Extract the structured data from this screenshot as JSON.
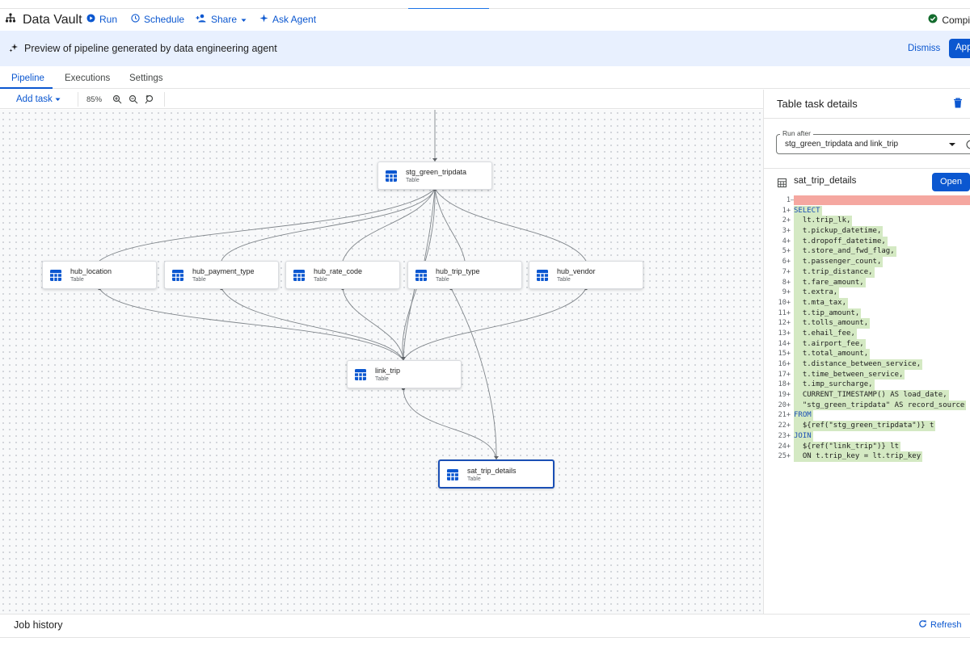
{
  "app": {
    "title": "Data Vault"
  },
  "toolbar": {
    "run_label": "Run",
    "schedule_label": "Schedule",
    "share_label": "Share",
    "ask_agent_label": "Ask Agent",
    "status_label": "Compi"
  },
  "banner": {
    "text": "Preview of pipeline generated by data engineering agent",
    "dismiss_label": "Dismiss",
    "apply_label": "App"
  },
  "tabs": [
    "Pipeline",
    "Executions",
    "Settings"
  ],
  "canvas_toolbar": {
    "add_task_label": "Add task",
    "zoom": "85%"
  },
  "nodes": [
    {
      "id": "stg_green_tripdata",
      "name": "stg_green_tripdata",
      "type": "Table"
    },
    {
      "id": "hub_location",
      "name": "hub_location",
      "type": "Table"
    },
    {
      "id": "hub_payment_type",
      "name": "hub_payment_type",
      "type": "Table"
    },
    {
      "id": "hub_rate_code",
      "name": "hub_rate_code",
      "type": "Table"
    },
    {
      "id": "hub_trip_type",
      "name": "hub_trip_type",
      "type": "Table"
    },
    {
      "id": "hub_vendor",
      "name": "hub_vendor",
      "type": "Table"
    },
    {
      "id": "link_trip",
      "name": "link_trip",
      "type": "Table"
    },
    {
      "id": "sat_trip_details",
      "name": "sat_trip_details",
      "type": "Table"
    }
  ],
  "panel": {
    "title": "Table task details",
    "run_after_label": "Run after",
    "run_after_value": "stg_green_tripdata and link_trip",
    "file_name": "sat_trip_details",
    "open_label": "Open"
  },
  "code": {
    "removed_line_number": "1",
    "lines": [
      {
        "n": "1+",
        "t": "SELECT",
        "kw": true
      },
      {
        "n": "2+",
        "t": "  lt.trip_lk,"
      },
      {
        "n": "3+",
        "t": "  t.pickup_datetime,"
      },
      {
        "n": "4+",
        "t": "  t.dropoff_datetime,"
      },
      {
        "n": "5+",
        "t": "  t.store_and_fwd_flag,"
      },
      {
        "n": "6+",
        "t": "  t.passenger_count,"
      },
      {
        "n": "7+",
        "t": "  t.trip_distance,"
      },
      {
        "n": "8+",
        "t": "  t.fare_amount,"
      },
      {
        "n": "9+",
        "t": "  t.extra,"
      },
      {
        "n": "10+",
        "t": "  t.mta_tax,"
      },
      {
        "n": "11+",
        "t": "  t.tip_amount,"
      },
      {
        "n": "12+",
        "t": "  t.tolls_amount,"
      },
      {
        "n": "13+",
        "t": "  t.ehail_fee,"
      },
      {
        "n": "14+",
        "t": "  t.airport_fee,"
      },
      {
        "n": "15+",
        "t": "  t.total_amount,"
      },
      {
        "n": "16+",
        "t": "  t.distance_between_service,"
      },
      {
        "n": "17+",
        "t": "  t.time_between_service,"
      },
      {
        "n": "18+",
        "t": "  t.imp_surcharge,"
      },
      {
        "n": "19+",
        "t": "  CURRENT_TIMESTAMP() AS load_date,"
      },
      {
        "n": "20+",
        "t": "  \"stg_green_tripdata\" AS record_source"
      },
      {
        "n": "21+",
        "t": "FROM",
        "kw": true
      },
      {
        "n": "22+",
        "t": "  ${ref(\"stg_green_tripdata\")} t"
      },
      {
        "n": "23+",
        "t": "JOIN",
        "kw": true
      },
      {
        "n": "24+",
        "t": "  ${ref(\"link_trip\")} lt"
      },
      {
        "n": "25+",
        "t": "  ON t.trip_key = lt.trip_key"
      }
    ]
  },
  "footer": {
    "job_history_label": "Job history",
    "refresh_label": "Refresh"
  },
  "colors": {
    "accent": "#0b57d0",
    "banner": "#e8f0fe",
    "added_line": "#d4e9c3",
    "removed_line": "#f5a7a0"
  }
}
